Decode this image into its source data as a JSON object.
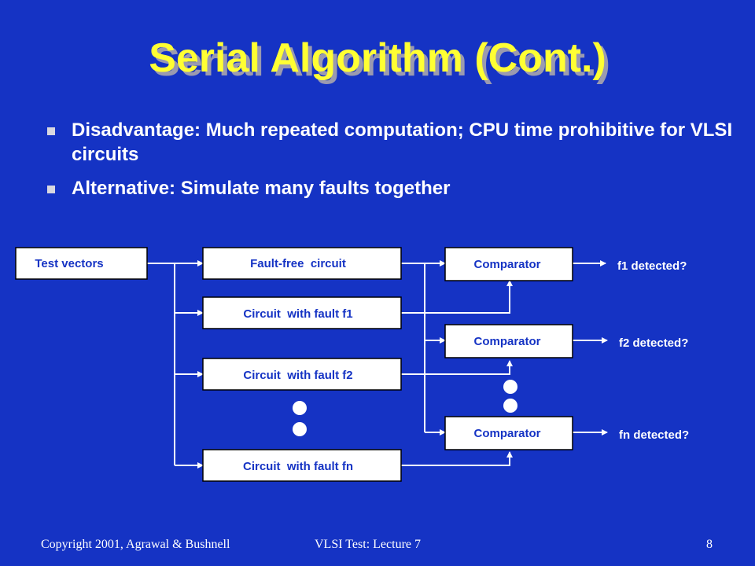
{
  "slide": {
    "title": "Serial Algorithm (Cont.)",
    "bullets": [
      "Disadvantage: Much repeated computation; CPU time prohibitive for VLSI circuits",
      "Alternative: Simulate many faults together"
    ]
  },
  "diagram": {
    "input_label": "Test vectors",
    "circuits": [
      "Fault-free  circuit",
      "Circuit  with fault f1",
      "Circuit  with fault f2",
      "Circuit  with fault fn"
    ],
    "comparators": [
      "Comparator",
      "Comparator",
      "Comparator"
    ],
    "outputs": [
      "f1 detected?",
      "f2 detected?",
      "fn detected?"
    ]
  },
  "footer": {
    "copyright": "Copyright 2001, Agrawal & Bushnell",
    "course": "VLSI Test: Lecture 7",
    "page_number": "8"
  },
  "colors": {
    "background": "#1533c4",
    "title": "#ffff33",
    "title_shadow": "#9a9ab0",
    "text": "#ffffff",
    "box_fill": "#ffffff",
    "box_text": "#1533c4"
  }
}
